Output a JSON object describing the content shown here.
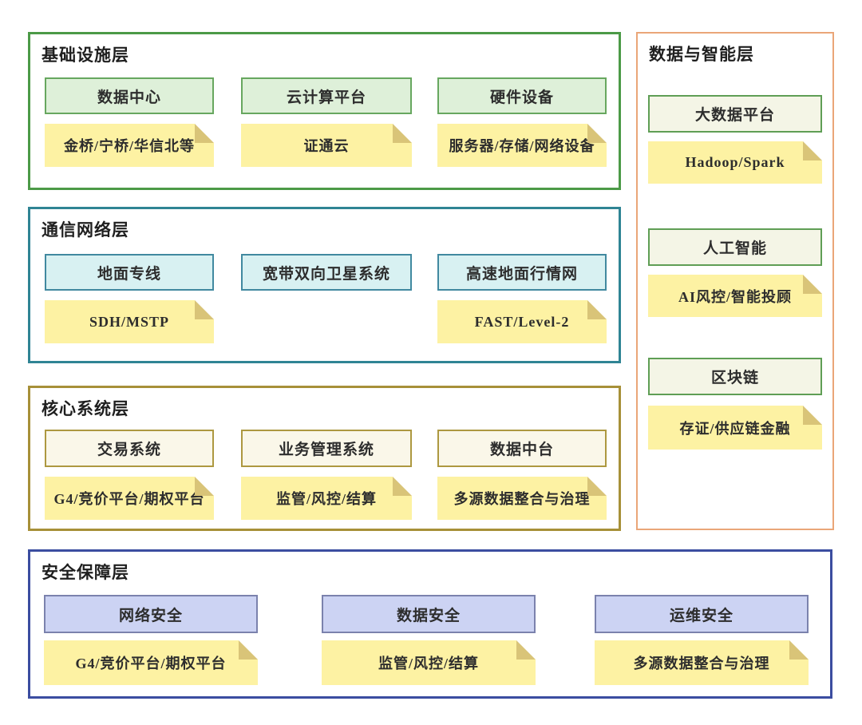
{
  "colors": {
    "infrastructure_border": "#4c9a47",
    "infrastructure_box_fill": "#def0d9",
    "infrastructure_box_border": "#67a75f",
    "network_border": "#2f8494",
    "network_box_fill": "#d8f1f2",
    "network_box_border": "#4189a0",
    "core_border": "#a79038",
    "core_box_fill": "#faf7e9",
    "core_box_border": "#ad9840",
    "security_border": "#3b4da0",
    "security_box_fill": "#ccd3f3",
    "security_box_border": "#7b82ad",
    "data_intelligence_border": "#eaa678",
    "data_intelligence_box_fill": "#f4f5e6",
    "data_intelligence_box_border": "#5f9e55",
    "note_fill": "#fdf2a3",
    "note_fold": "#d9c478",
    "text": "#2d2d2d"
  },
  "layers": {
    "infrastructure": {
      "title": "基础设施层",
      "items": [
        {
          "box": "数据中心",
          "note": "金桥/宁桥/华信北等"
        },
        {
          "box": "云计算平台",
          "note": "证通云"
        },
        {
          "box": "硬件设备",
          "note": "服务器/存储/网络设备"
        }
      ]
    },
    "network": {
      "title": "通信网络层",
      "items": [
        {
          "box": "地面专线",
          "note": "SDH/MSTP"
        },
        {
          "box": "宽带双向卫星系统"
        },
        {
          "box": "高速地面行情网",
          "note": "FAST/Level-2"
        }
      ]
    },
    "core": {
      "title": "核心系统层",
      "items": [
        {
          "box": "交易系统",
          "note": "G4/竞价平台/期权平台"
        },
        {
          "box": "业务管理系统",
          "note": "监管/风控/结算"
        },
        {
          "box": "数据中台",
          "note": "多源数据整合与治理"
        }
      ]
    },
    "security": {
      "title": "安全保障层",
      "items": [
        {
          "box": "网络安全",
          "note": "G4/竞价平台/期权平台"
        },
        {
          "box": "数据安全",
          "note": "监管/风控/结算"
        },
        {
          "box": "运维安全",
          "note": "多源数据整合与治理"
        }
      ]
    },
    "data_intelligence": {
      "title": "数据与智能层",
      "items": [
        {
          "box": "大数据平台",
          "note": "Hadoop/Spark"
        },
        {
          "box": "人工智能",
          "note": "AI风控/智能投顾"
        },
        {
          "box": "区块链",
          "note": "存证/供应链金融"
        }
      ]
    }
  }
}
